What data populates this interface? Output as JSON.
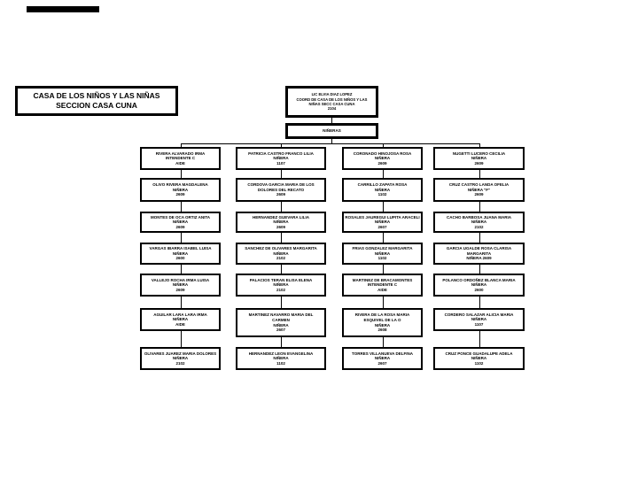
{
  "colors": {
    "ink": "#000000",
    "background": "#ffffff"
  },
  "title_box": {
    "line1": "CASA DE LOS NIÑOS Y LAS NIÑAS",
    "line2": "SECCION CASA CUNA"
  },
  "org": {
    "root": {
      "lines": [
        "LIC ELVIA DIAZ LOPEZ",
        "COORD DE CASA DE LOS NIÑOS Y LAS",
        "NIÑAS SECC CASA CUNA",
        "2104"
      ]
    },
    "role": {
      "label": "NIÑERAS"
    },
    "grid": {
      "rows": [
        [
          {
            "lines": [
              "RIVERA ALVARADO IRMA",
              "INTENDENTE C",
              "AIDE"
            ]
          },
          {
            "lines": [
              "PATRICIA CASTRO FRANCO LILIA",
              "NIÑERA",
              "1107"
            ]
          },
          {
            "lines": [
              "CORONADO HINOJOSA ROSA",
              "NIÑERA",
              "2609"
            ]
          },
          {
            "lines": [
              "NUGETTI LUCERO CECILIA",
              "NIÑERA",
              "2609"
            ]
          }
        ],
        [
          {
            "lines": [
              "OLIVO RIVERA MAGDALENA",
              "NIÑERA",
              "2609"
            ]
          },
          {
            "lines": [
              "CORDOVA GARCIA MARIA DE LOS",
              "DOLORES DEL RECATO",
              "2609"
            ]
          },
          {
            "lines": [
              "CARRILLO ZAPATA ROSA",
              "NIÑERA",
              "1102"
            ]
          },
          {
            "lines": [
              "CRUZ CASTRO LANDA OFELIA",
              "NIÑERA \"F\"",
              "2609"
            ]
          }
        ],
        [
          {
            "lines": [
              "MONTES DE OCA ORTIZ ANITA",
              "NIÑERA",
              "2609"
            ]
          },
          {
            "lines": [
              "HERNANDEZ GUEVARA LILIA",
              "NIÑERA",
              "2609"
            ]
          },
          {
            "lines": [
              "ROSALES JAUREGUI LUPITA ARACELI",
              "NIÑERA",
              "2607"
            ]
          },
          {
            "lines": [
              "CACHO BARBOSA JUANA MARIA",
              "NIÑERA",
              "2102"
            ]
          }
        ],
        [
          {
            "lines": [
              "VARGAS IBARRA ISABEL LUISA",
              "NIÑERA",
              "2600"
            ]
          },
          {
            "lines": [
              "SANCHEZ DE OLIVARES MARGARITA",
              "NIÑERA",
              "2102"
            ]
          },
          {
            "lines": [
              "FRIAS GONZALEZ MARGARITA",
              "NIÑERA",
              "1102"
            ]
          },
          {
            "lines": [
              "GARCIA UGALDE ROSA CLARISA",
              "MARGARITA",
              "NIÑERA 2609"
            ]
          }
        ],
        [
          {
            "lines": [
              "VALLEJO ROCHA IRMA LUISA",
              "NIÑERA",
              "2609"
            ]
          },
          {
            "lines": [
              "PALACIOS TERAN ELISA ELENA",
              "NIÑERA",
              "2102"
            ]
          },
          {
            "lines": [
              "MARTINEZ DE BRACAMONTES",
              "INTENDENTE C",
              "AIDE"
            ]
          },
          {
            "lines": [
              "POLANCO ORDOÑEZ BLANCA MARIA",
              "NIÑERA",
              "2600"
            ]
          }
        ],
        [
          {
            "lines": [
              "AGUILAR LARA LARA IRMA",
              "NIÑERA",
              "AIDE"
            ]
          },
          {
            "lines": [
              "MARTINEZ NAVARRO MARIA DEL",
              "CARMEN",
              "NIÑERA",
              "2607"
            ]
          },
          {
            "lines": [
              "RIVERA DE LA ROSA MARIA",
              "ESQUIVEL DE LA O",
              "NIÑERA",
              "2608"
            ]
          },
          {
            "lines": [
              "CORDERO SALAZAR ALICIA MARIA",
              "NIÑERA",
              "1107"
            ]
          }
        ],
        [
          {
            "lines": [
              "OLIVARES JUAREZ MARIA DOLORES",
              "NIÑERA",
              "2102"
            ]
          },
          {
            "lines": [
              "HERNANDEZ LEON EVANGELINA",
              "NIÑERA",
              "1102"
            ]
          },
          {
            "lines": [
              "TORRES VILLANUEVA DELFINA",
              "NIÑERA",
              "2607"
            ]
          },
          {
            "lines": [
              "CRUZ PONCE GUADALUPE ADELA",
              "NIÑERA",
              "1102"
            ]
          }
        ]
      ]
    }
  }
}
